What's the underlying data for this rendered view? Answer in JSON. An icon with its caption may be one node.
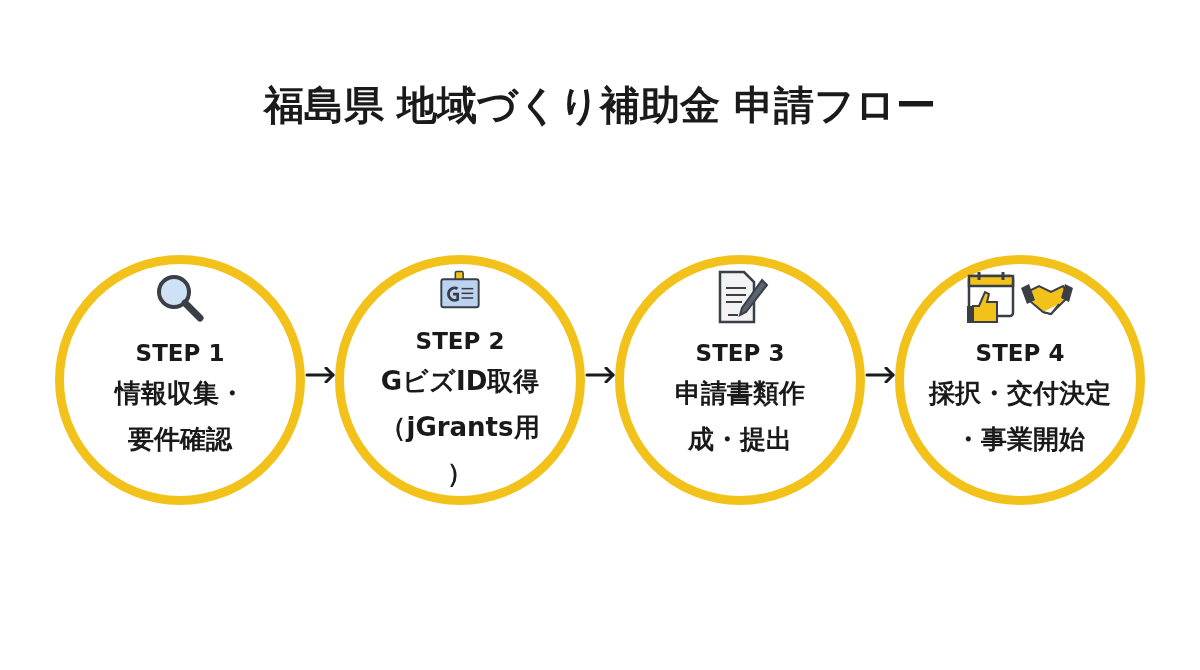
{
  "diagram": {
    "title": "福島県 地域づくり補助金 申請フロー",
    "nodes": [
      {
        "text": [
          "STEP 1",
          "情報収集・要件確認"
        ]
      },
      {
        "text": [
          "STEP 2",
          "GビズID取得（jGrants用）"
        ]
      },
      {
        "text": [
          "STEP 3",
          "申請書類作成・提出"
        ]
      },
      {
        "text": [
          "STEP 4",
          "採択・交付決定・事業開始"
        ]
      }
    ],
    "edges": [
      {
        "from": 0,
        "to": 1,
        "arrow": "to"
      },
      {
        "from": 1,
        "to": 2,
        "arrow": "to"
      },
      {
        "from": 2,
        "to": 3,
        "arrow": "to"
      }
    ]
  }
}
